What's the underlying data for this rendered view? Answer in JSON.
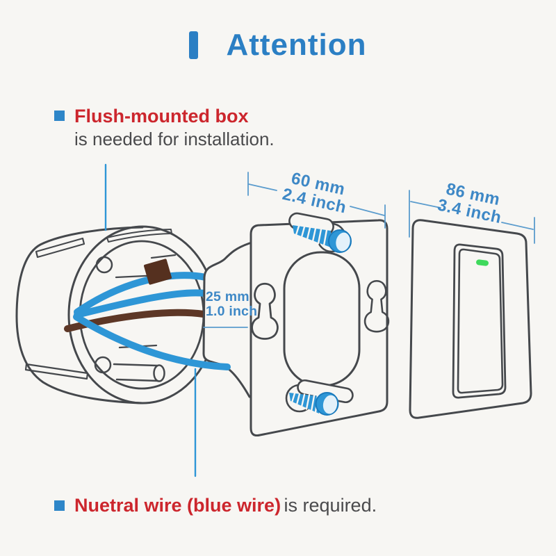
{
  "title": {
    "label": "Attention"
  },
  "note_top": {
    "highlight": "Flush-mounted box",
    "rest": "is needed for installation."
  },
  "note_bottom": {
    "highlight": "Nuetral wire (blue wire)",
    "rest": "is required."
  },
  "dimensions": {
    "plate_width_mm": "60 mm",
    "plate_width_inch": "2.4 inch",
    "panel_width_mm": "86 mm",
    "panel_width_inch": "3.4 inch",
    "depth_mm": "25 mm",
    "depth_inch": "1.0 inch"
  },
  "colors": {
    "bg": "#f7f6f3",
    "accent_blue": "#2b7fc4",
    "bullet_blue": "#2e86c8",
    "red": "#cc262d",
    "text_gray": "#4a4a4c",
    "outline": "#45484c",
    "wire_blue": "#2e96d6",
    "wire_brown": "#5d3726",
    "terminal_brown": "#55301f",
    "dim_blue": "#3e88c6",
    "dim_line": "#5b9ccd",
    "led_green": "#3fd95c",
    "screw_face": "#e3f1fa"
  }
}
